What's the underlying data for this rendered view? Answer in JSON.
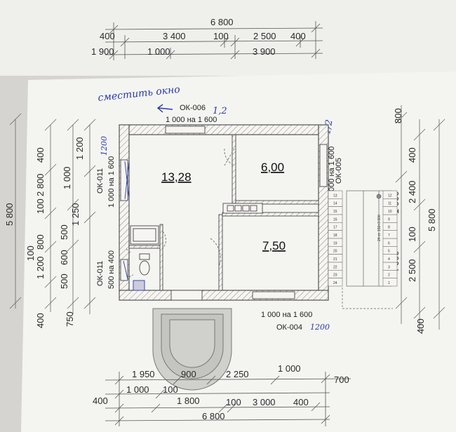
{
  "top_dims": {
    "overall": "6 800",
    "row1": [
      "400",
      "3 400",
      "100",
      "2 500",
      "400"
    ],
    "row2": [
      "1 900",
      "1 000",
      "3 900"
    ]
  },
  "bottom_dims": {
    "row1": [
      "1 950",
      "900",
      "2 250",
      "1 000",
      "700"
    ],
    "row2": [
      "1 000",
      "100"
    ],
    "row3": [
      "400",
      "1 800",
      "100",
      "3 000",
      "400"
    ],
    "overall": "6 800"
  },
  "left_dims": {
    "outer": "5 800",
    "col1": [
      "400",
      "2 800",
      "100",
      "1 200",
      "100",
      "400"
    ],
    "col2": [
      "800",
      "500",
      "600",
      "500"
    ],
    "col3": [
      "1 200",
      "1 000",
      "1 250",
      "750"
    ]
  },
  "right_dims": {
    "col1": [
      "800",
      "400",
      "2 400",
      "100",
      "2 500",
      "400"
    ],
    "col2": [
      "1 000",
      "4 000"
    ],
    "outer": "5 800"
  },
  "rooms": {
    "room1": "13,28",
    "room2": "6,00",
    "room3": "7,50"
  },
  "windows": {
    "ok006": "ОК-006",
    "ok006_size": "1 000 на 1 600",
    "ok005": "ОК-005",
    "ok005_size": "1 000 на 1 600",
    "ok011a": "ОК-011",
    "ok011a_size": "1 000 на 1 600",
    "ok011b": "ОК-011",
    "ok011b_size": "500 на 400",
    "ok004": "ОК-004",
    "ok004_size": "1 000 на 1 600"
  },
  "handwritten": {
    "note": "сместить окно",
    "n12a": "1,2",
    "n12b": "1/2",
    "n1200a": "1200",
    "n1200b": "1200"
  },
  "stairs": {
    "steps": [
      "1",
      "2",
      "3",
      "4",
      "5",
      "6",
      "7",
      "8",
      "9",
      "10",
      "11",
      "12",
      "13",
      "14",
      "15",
      "16",
      "17",
      "18",
      "19",
      "20",
      "21",
      "22",
      "23",
      "24"
    ],
    "note": "24 ст. 150×3 600"
  }
}
